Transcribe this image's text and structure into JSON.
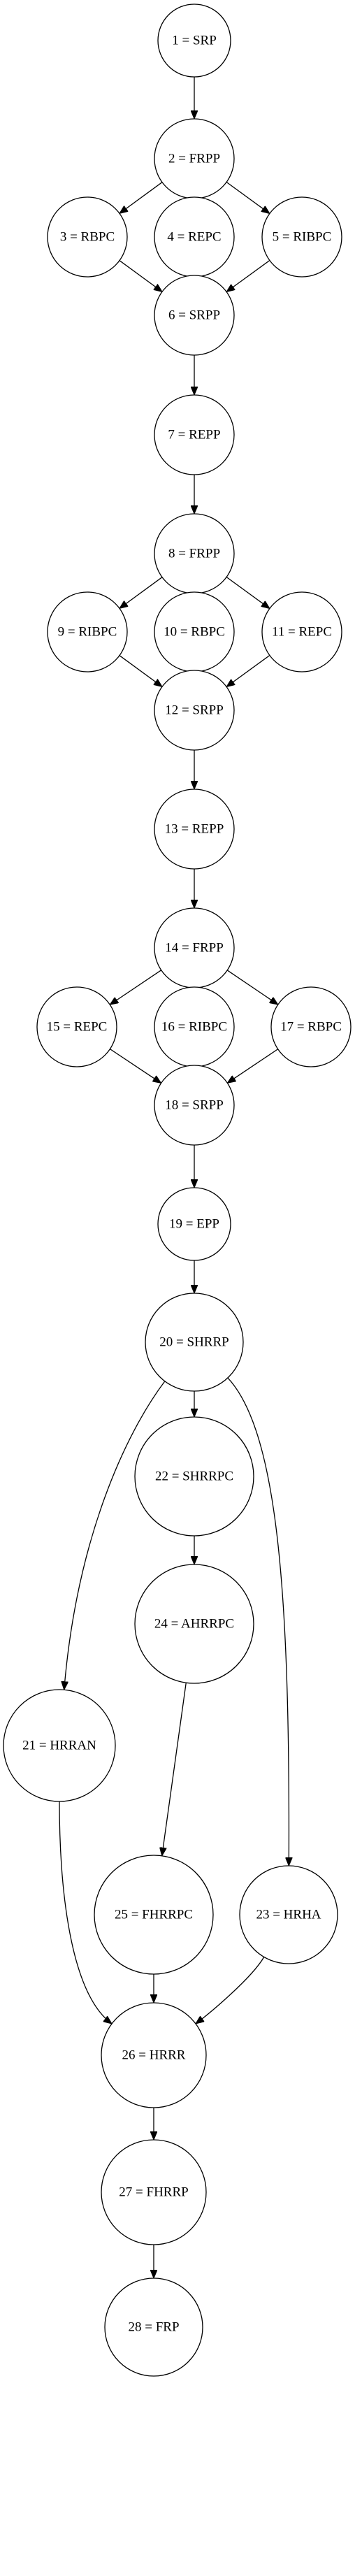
{
  "diagram": {
    "nodes": [
      {
        "id": 1,
        "label": "1 = SRP"
      },
      {
        "id": 2,
        "label": "2 = FRPP"
      },
      {
        "id": 3,
        "label": "3 = RBPC"
      },
      {
        "id": 4,
        "label": "4 = REPC"
      },
      {
        "id": 5,
        "label": "5 = RIBPC"
      },
      {
        "id": 6,
        "label": "6 = SRPP"
      },
      {
        "id": 7,
        "label": "7 = REPP"
      },
      {
        "id": 8,
        "label": "8 = FRPP"
      },
      {
        "id": 9,
        "label": "9 = RIBPC"
      },
      {
        "id": 10,
        "label": "10 = RBPC"
      },
      {
        "id": 11,
        "label": "11 = REPC"
      },
      {
        "id": 12,
        "label": "12 = SRPP"
      },
      {
        "id": 13,
        "label": "13 = REPP"
      },
      {
        "id": 14,
        "label": "14 = FRPP"
      },
      {
        "id": 15,
        "label": "15 = REPC"
      },
      {
        "id": 16,
        "label": "16 = RIBPC"
      },
      {
        "id": 17,
        "label": "17 = RBPC"
      },
      {
        "id": 18,
        "label": "18 = SRPP"
      },
      {
        "id": 19,
        "label": "19 = EPP"
      },
      {
        "id": 20,
        "label": "20 = SHRRP"
      },
      {
        "id": 21,
        "label": "21 = HRRAN"
      },
      {
        "id": 22,
        "label": "22 = SHRRPC"
      },
      {
        "id": 23,
        "label": "23 = HRHA"
      },
      {
        "id": 24,
        "label": "24 = AHRRPC"
      },
      {
        "id": 25,
        "label": "25 = FHRRPC"
      },
      {
        "id": 26,
        "label": "26 = HRRR"
      },
      {
        "id": 27,
        "label": "27 = FHRRP"
      },
      {
        "id": 28,
        "label": "28 = FRP"
      }
    ],
    "edges": [
      [
        1,
        2
      ],
      [
        2,
        3
      ],
      [
        2,
        4
      ],
      [
        2,
        5
      ],
      [
        3,
        6
      ],
      [
        4,
        6
      ],
      [
        5,
        6
      ],
      [
        6,
        7
      ],
      [
        7,
        8
      ],
      [
        8,
        9
      ],
      [
        8,
        10
      ],
      [
        8,
        11
      ],
      [
        9,
        12
      ],
      [
        10,
        12
      ],
      [
        11,
        12
      ],
      [
        12,
        13
      ],
      [
        13,
        14
      ],
      [
        14,
        15
      ],
      [
        14,
        16
      ],
      [
        14,
        17
      ],
      [
        15,
        18
      ],
      [
        16,
        18
      ],
      [
        17,
        18
      ],
      [
        18,
        19
      ],
      [
        19,
        20
      ],
      [
        20,
        21
      ],
      [
        20,
        22
      ],
      [
        20,
        23
      ],
      [
        22,
        24
      ],
      [
        24,
        25
      ],
      [
        21,
        26
      ],
      [
        25,
        26
      ],
      [
        23,
        26
      ],
      [
        26,
        27
      ],
      [
        27,
        28
      ]
    ]
  }
}
